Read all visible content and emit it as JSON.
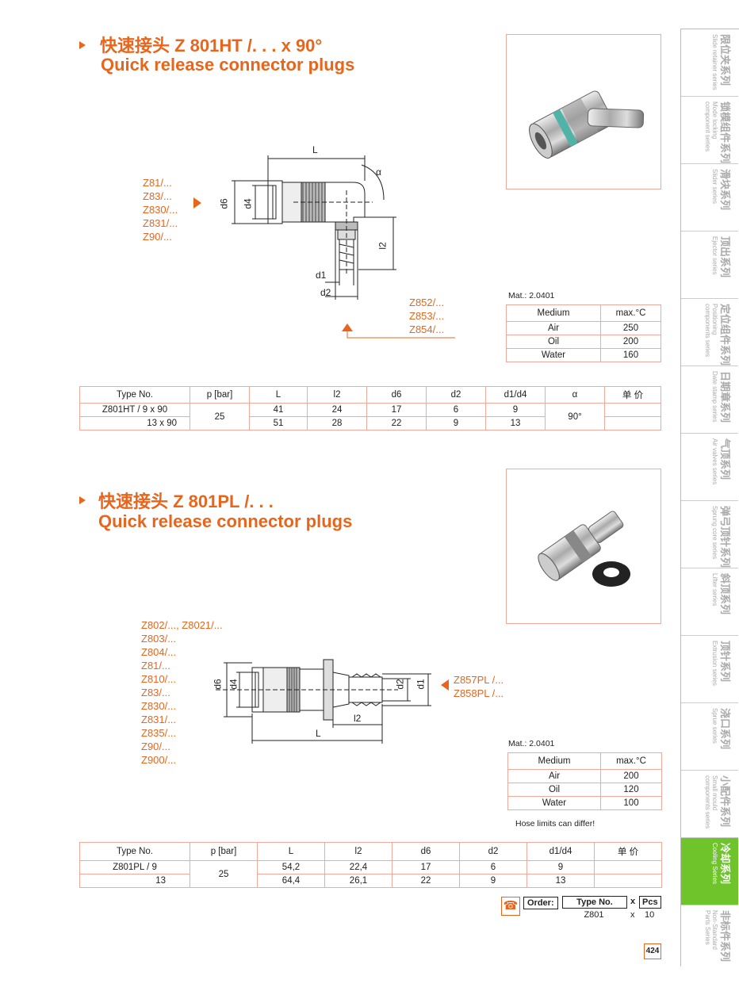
{
  "section1": {
    "title_cn": "快速接头 Z 801HT /. . .  x 90°",
    "title_en": "Quick release connector plugs",
    "codes_left": [
      "Z81/...",
      "Z83/...",
      "Z830/...",
      "Z831/...",
      "Z90/..."
    ],
    "codes_right": [
      "Z852/...",
      "Z853/...",
      "Z854/..."
    ],
    "dims": {
      "L": "L",
      "d6": "d6",
      "d4": "d4",
      "l2": "l2",
      "d1": "d1",
      "d2": "d2",
      "alpha": "α"
    },
    "mat": "Mat.: 2.0401",
    "medium_table": {
      "header": [
        "Medium",
        "max.°C"
      ],
      "rows": [
        [
          "Air",
          "250"
        ],
        [
          "Oil",
          "200"
        ],
        [
          "Water",
          "160"
        ]
      ]
    },
    "spec_table": {
      "header": [
        "Type No.",
        "p [bar]",
        "L",
        "l2",
        "d6",
        "d2",
        "d1/d4",
        "α",
        "单 价"
      ],
      "row1": {
        "type": "Z801HT / 9 x 90",
        "L": "41",
        "l2": "24",
        "d6": "17",
        "d2": "6",
        "d1d4": "9"
      },
      "row2": {
        "type": "13 x 90",
        "L": "51",
        "l2": "28",
        "d6": "22",
        "d2": "9",
        "d1d4": "13"
      },
      "p": "25",
      "alpha": "90°"
    }
  },
  "section2": {
    "title_cn": "快速接头 Z 801PL /. . .",
    "title_en": "Quick release connector plugs",
    "codes_left": [
      "Z802/..., Z8021/...",
      "Z803/...",
      "Z804/...",
      "Z81/...",
      "Z810/...",
      "Z83/...",
      "Z830/...",
      "Z831/...",
      "Z835/...",
      "Z90/...",
      "Z900/..."
    ],
    "codes_right": [
      "Z857PL /...",
      "Z858PL /..."
    ],
    "dims": {
      "L": "L",
      "d6": "d6",
      "d4": "d4",
      "l2": "l2",
      "d1": "d1",
      "d2": "d2"
    },
    "mat": "Mat.: 2.0401",
    "medium_table": {
      "header": [
        "Medium",
        "max.°C"
      ],
      "rows": [
        [
          "Air",
          "200"
        ],
        [
          "Oil",
          "120"
        ],
        [
          "Water",
          "100"
        ]
      ]
    },
    "note": "Hose limits can differ!",
    "spec_table": {
      "header": [
        "Type No.",
        "p [bar]",
        "L",
        "l2",
        "d6",
        "d2",
        "d1/d4",
        "单 价"
      ],
      "row1": {
        "type": "Z801PL / 9",
        "L": "54,2",
        "l2": "22,4",
        "d6": "17",
        "d2": "6",
        "d1d4": "9"
      },
      "row2": {
        "type": "13",
        "L": "64,4",
        "l2": "26,1",
        "d6": "22",
        "d2": "9",
        "d1d4": "13"
      },
      "p": "25"
    }
  },
  "order": {
    "label": "Order:",
    "type_header": "Type No.",
    "x": "x",
    "pcs": "Pcs",
    "type_value": "Z801",
    "pcs_value": "10"
  },
  "page_number": "424",
  "sidebar": [
    {
      "cn": "限位夹系列",
      "en1": "Slide retainer series",
      "en2": ""
    },
    {
      "cn": "锁模组件系列",
      "en1": "Mode locking",
      "en2": "component series"
    },
    {
      "cn": "滑块系列",
      "en1": "Slider series",
      "en2": ""
    },
    {
      "cn": "顶出系列",
      "en1": "Ejector series",
      "en2": ""
    },
    {
      "cn": "定位组件系列",
      "en1": "Positioning",
      "en2": "components series"
    },
    {
      "cn": "日期章系列",
      "en1": "Date stamp series",
      "en2": ""
    },
    {
      "cn": "气顶系列",
      "en1": "Air valves series",
      "en2": ""
    },
    {
      "cn": "弹弓顶针系列",
      "en1": "Sprung core series",
      "en2": ""
    },
    {
      "cn": "斜顶系列",
      "en1": "Lifter series",
      "en2": ""
    },
    {
      "cn": "顶针系列",
      "en1": "Extrusion series",
      "en2": ""
    },
    {
      "cn": "浇口系列",
      "en1": "Sprue series",
      "en2": ""
    },
    {
      "cn": "小配件系列",
      "en1": "Small mould",
      "en2": "components series"
    },
    {
      "cn": "冷却系列",
      "en1": "Cooling Series",
      "en2": ""
    },
    {
      "cn": "非标件系列",
      "en1": "Non-Standard",
      "en2": "Parts Series"
    }
  ],
  "colors": {
    "accent": "#e8651c",
    "border": "#f0a99a",
    "active_tab": "#6fc32b"
  }
}
